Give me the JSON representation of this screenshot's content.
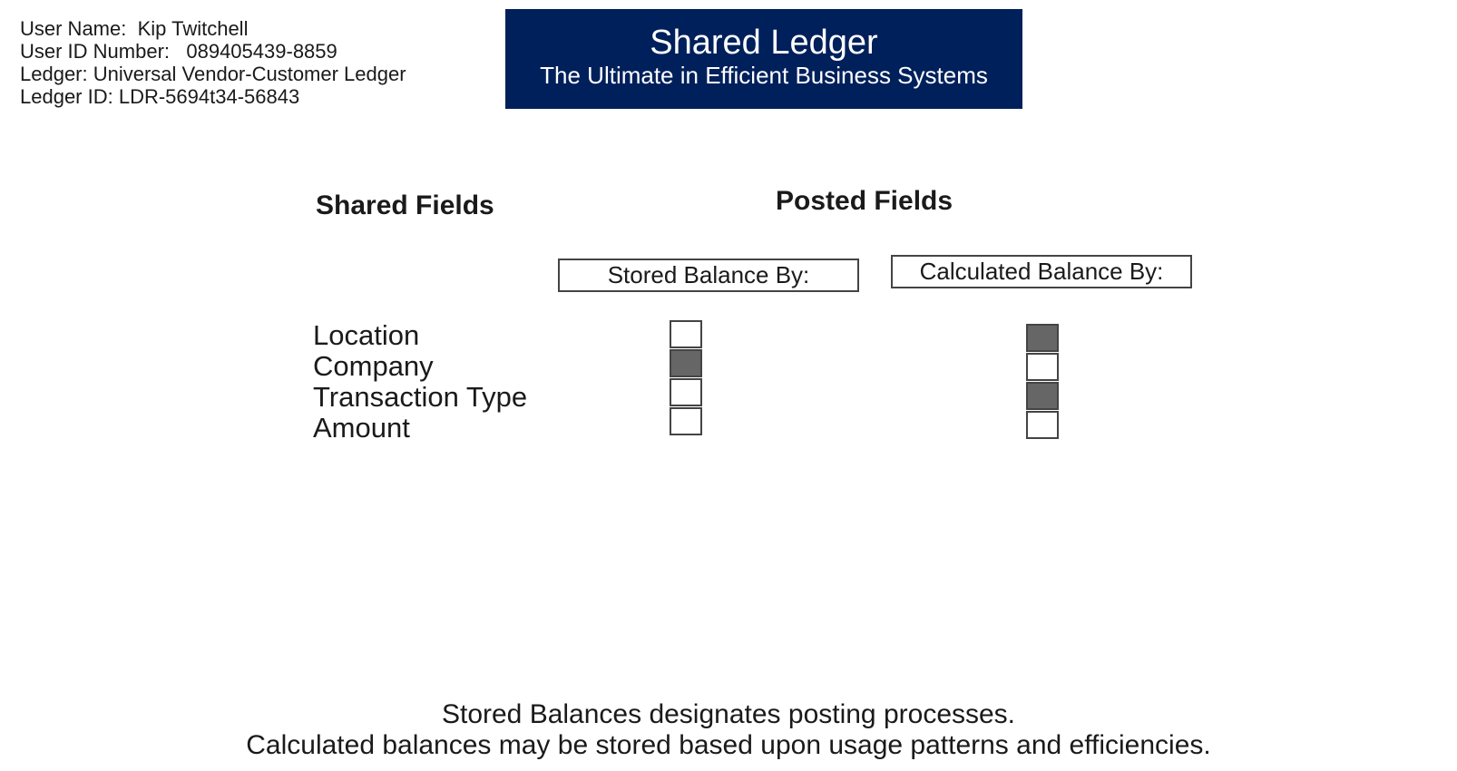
{
  "user": {
    "name_line": "User Name:  Kip Twitchell",
    "id_line": "User ID Number:   089405439-8859",
    "ledger_line": "Ledger: Universal Vendor-Customer Ledger",
    "ledger_id_line": "Ledger ID: LDR-5694t34-56843"
  },
  "banner": {
    "title": "Shared Ledger",
    "subtitle": "The Ultimate in Efficient Business Systems",
    "background_color": "#00205b"
  },
  "headings": {
    "shared": "Shared Fields",
    "posted": "Posted Fields"
  },
  "columns": {
    "stored": "Stored Balance By:",
    "calculated": "Calculated Balance By:"
  },
  "fields": [
    {
      "label": "Location",
      "stored": false,
      "calculated": true
    },
    {
      "label": "Company",
      "stored": true,
      "calculated": false
    },
    {
      "label": "Transaction Type",
      "stored": false,
      "calculated": true
    },
    {
      "label": "Amount",
      "stored": false,
      "calculated": false
    }
  ],
  "colors": {
    "checked_fill": "#666666",
    "unchecked_fill": "#ffffff"
  },
  "footer": {
    "line1": "Stored Balances designates posting processes.",
    "line2": "Calculated balances may be stored based upon usage patterns and efficiencies."
  }
}
